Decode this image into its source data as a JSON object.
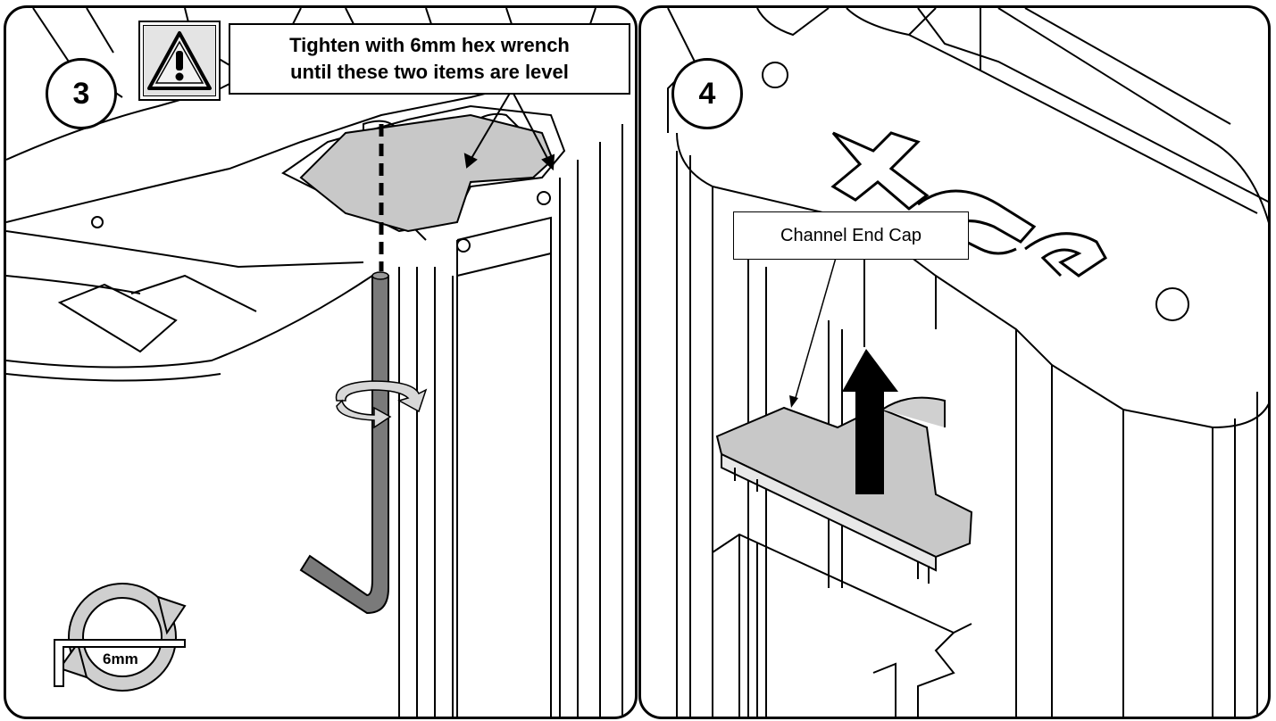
{
  "steps": [
    {
      "number": "3",
      "instruction_lines": [
        "Tighten with 6mm hex wrench",
        "until these two items are level"
      ],
      "tool_badge": "6mm"
    },
    {
      "number": "4",
      "part_label": "Channel End Cap",
      "logo_text": "XOG"
    }
  ],
  "icons": [
    "warning-triangle-icon",
    "rotate-arrow-icon",
    "hex-wrench-icon",
    "up-arrow-icon"
  ],
  "colors": {
    "outline": "#000000",
    "part_fill": "#c8c8c8",
    "wrench_fill": "#7a7a7a",
    "background": "#ffffff"
  }
}
